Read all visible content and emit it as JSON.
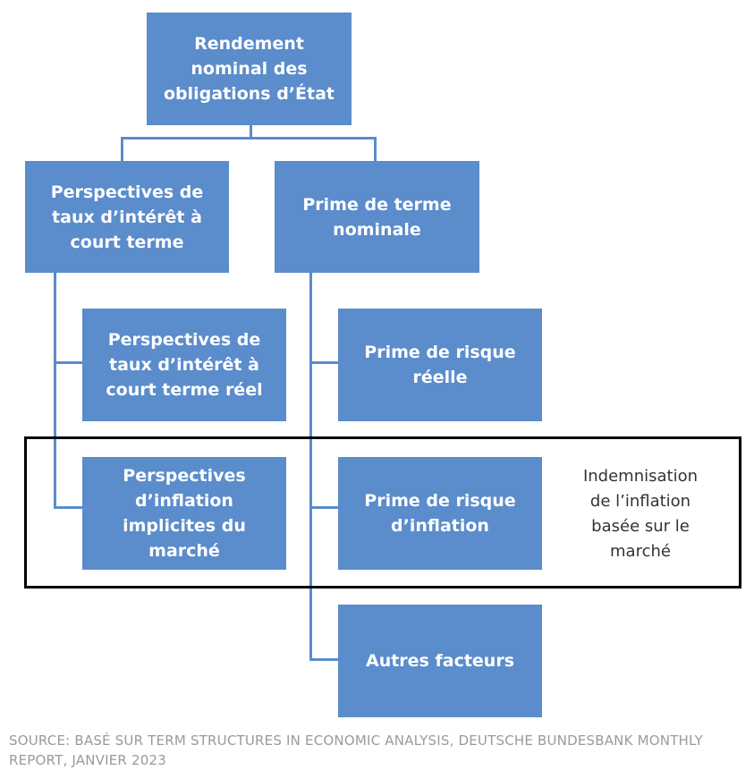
{
  "diagram": {
    "nodes": {
      "root": "Rendement\nnominal des\nobligations d’État",
      "short_rate": "Perspectives de\ntaux d’intérêt à\ncourt terme",
      "term_premium": "Prime de terme\nnominale",
      "real_short_rate": "Perspectives de\ntaux d’intérêt à\ncourt terme réel",
      "real_risk_premium": "Prime de risque\nréelle",
      "inflation_expectations": "Perspectives\nd’inflation\nimplicites du\nmarché",
      "inflation_risk_premium": "Prime de risque\nd’inflation",
      "other_factors": "Autres facteurs"
    },
    "highlight_note": "Indemnisation\nde l’inflation\nbasée sur le\nmarché",
    "colors": {
      "box_fill": "#5b8ccc",
      "connector": "#5b8ccc",
      "highlight_border": "#000000",
      "source_text": "#9a9a9a"
    }
  },
  "source": "SOURCE: BASÉ SUR TERM STRUCTURES IN ECONOMIC ANALYSIS, DEUTSCHE BUNDESBANK MONTHLY REPORT, JANVIER 2023"
}
